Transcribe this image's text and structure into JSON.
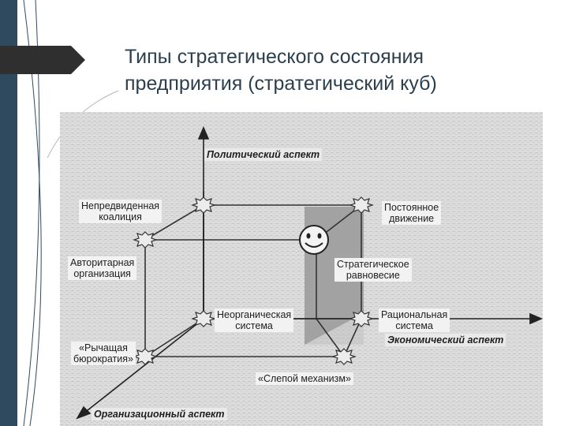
{
  "slide": {
    "title_line1": "Типы стратегического состояния",
    "title_line2": "предприятия (стратегический куб)"
  },
  "diagram": {
    "axes": {
      "political": "Политический аспект",
      "economic": "Экономический аспект",
      "organizational": "Организационный аспект"
    },
    "states": {
      "unpredictable_coalition_1": "Непредвиденная",
      "unpredictable_coalition_2": "коалиция",
      "constant_motion_1": "Постоянное",
      "constant_motion_2": "движение",
      "authoritarian_1": "Авторитарная",
      "authoritarian_2": "организация",
      "equilibrium_1": "Стратегическое",
      "equilibrium_2": "равновесие",
      "inorganic_1": "Неорганическая",
      "inorganic_2": "система",
      "rational_1": "Рациональная",
      "rational_2": "система",
      "bureaucracy_1": "«Рычащая",
      "bureaucracy_2": "бюрократия»",
      "blind_mechanism": "«Слепой механизм»"
    }
  },
  "colors": {
    "sidebar": "#2f4a5f",
    "arrow": "#2f2f2f",
    "title": "#2b3f4f",
    "scan_bg": "#dcdcdc",
    "plane": "#9a9a9a"
  }
}
